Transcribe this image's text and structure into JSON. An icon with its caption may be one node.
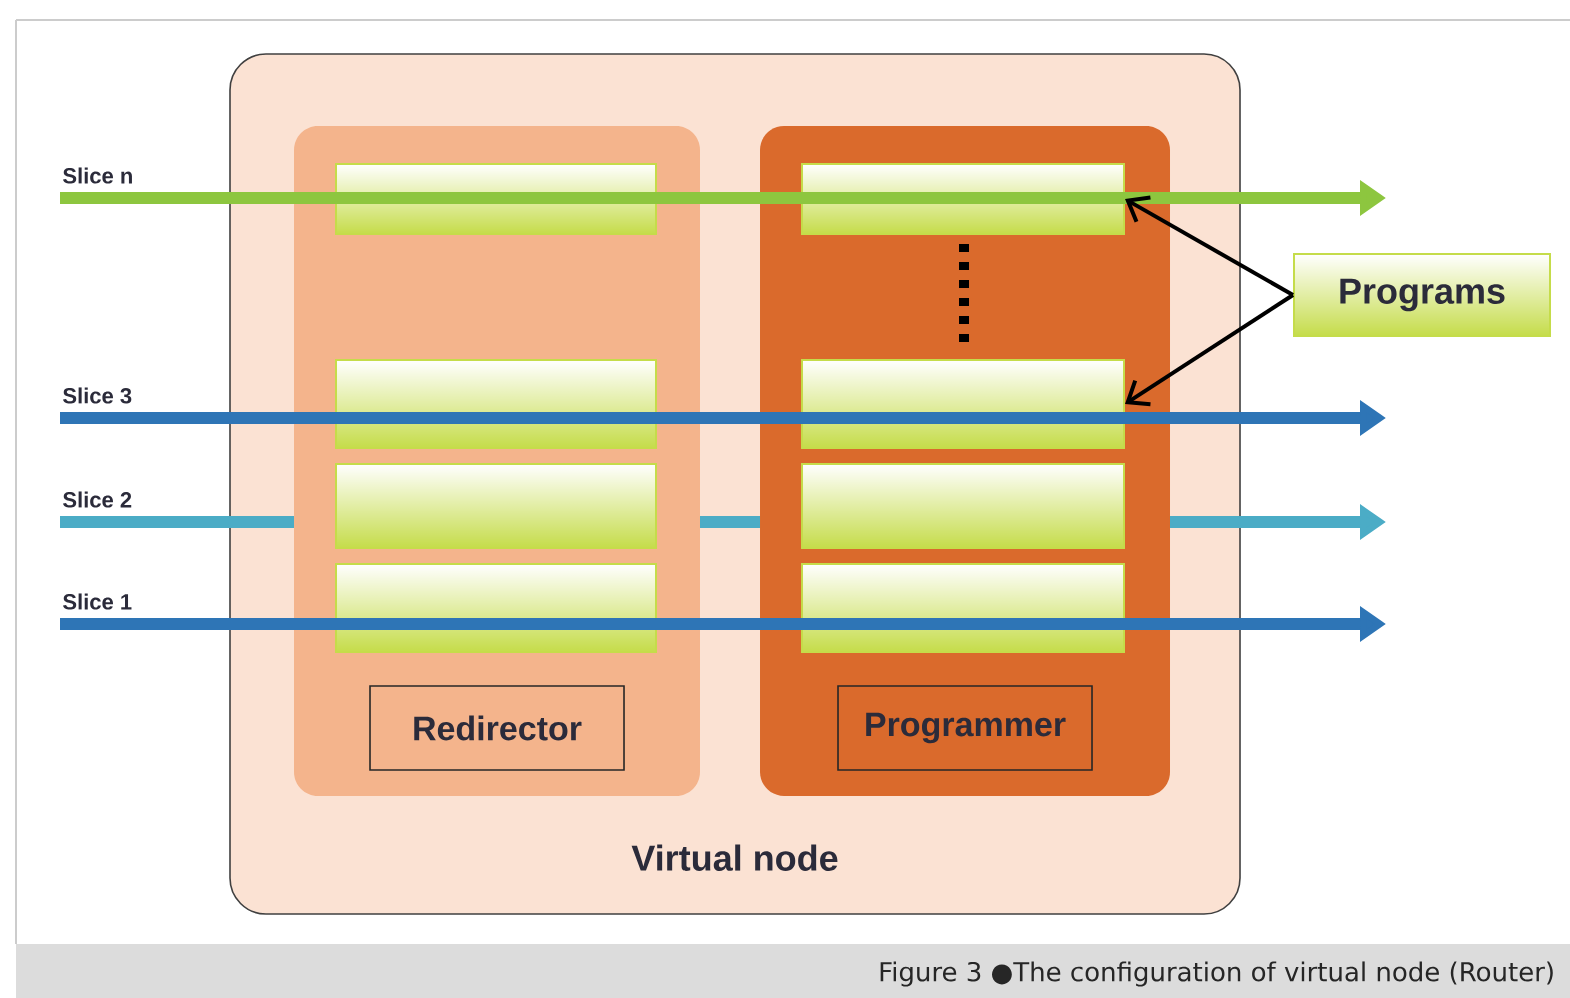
{
  "diagram": {
    "caption": "Figure 3 ●The configuration of virtual node (Router)",
    "nodes": [
      {
        "text": [
          "Slice n"
        ]
      },
      {
        "text": [
          "Slice 3"
        ]
      },
      {
        "text": [
          "Slice 2"
        ]
      },
      {
        "text": [
          "Slice 1"
        ]
      },
      {
        "text": [
          "Virtual node"
        ]
      },
      {
        "text": [
          "Redirector"
        ],
        "in": 4
      },
      {
        "text": [],
        "shape": "box",
        "in": 5
      },
      {
        "text": [],
        "shape": "box",
        "in": 5
      },
      {
        "text": [],
        "shape": "box",
        "in": 5
      },
      {
        "text": [],
        "shape": "box",
        "in": 5
      },
      {
        "text": [
          "Programmer"
        ],
        "in": 4
      },
      {
        "text": [],
        "shape": "box",
        "in": 10
      },
      {
        "text": [],
        "shape": "box",
        "in": 10
      },
      {
        "text": [],
        "shape": "box",
        "in": 10
      },
      {
        "text": [],
        "shape": "box",
        "in": 10
      },
      {
        "text": [
          "Programs"
        ]
      }
    ],
    "edges": [
      {
        "from": 0,
        "to": null,
        "arrow": "to",
        "color": "#8dc63f"
      },
      {
        "from": 1,
        "to": null,
        "arrow": "to",
        "color": "#2e75b6"
      },
      {
        "from": 2,
        "to": null,
        "arrow": "to",
        "color": "#4bacc6"
      },
      {
        "from": 3,
        "to": null,
        "arrow": "to",
        "color": "#2e75b6"
      },
      {
        "from": 15,
        "to": 11,
        "arrow": "to",
        "color": "#000000"
      },
      {
        "from": 15,
        "to": 12,
        "arrow": "to",
        "color": "#000000"
      }
    ]
  }
}
